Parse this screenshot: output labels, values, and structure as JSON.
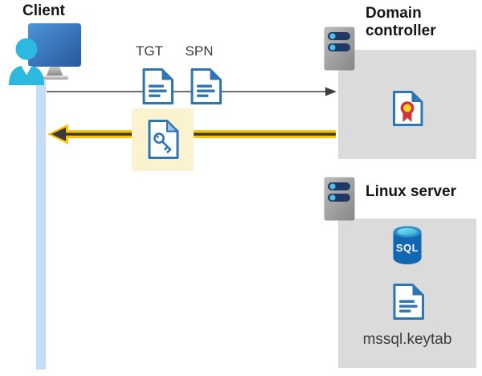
{
  "client": {
    "label": "Client"
  },
  "flow": {
    "tgt_label": "TGT",
    "spn_label": "SPN",
    "request_arrow_direction": "right",
    "response_arrow_direction": "left",
    "response_highlighted": true
  },
  "domain_controller": {
    "label": "Domain controller"
  },
  "linux_server": {
    "label": "Linux server",
    "sql_label": "SQL",
    "keytab_label": "mssql.keytab"
  },
  "icons": {
    "client": "client-monitor-user-icon",
    "domain_controller": "server-icon",
    "linux_server": "server-icon",
    "tgt": "document-icon",
    "spn": "document-icon",
    "response_ticket": "key-document-icon",
    "domain_controller_content": "certificate-icon",
    "sql": "sql-database-icon",
    "keytab": "document-icon"
  },
  "colors": {
    "highlight_yellow": "#fbf3cf",
    "arrow_yellow": "#ffc400",
    "arrow_dark": "#3a3a3a",
    "arrow_gray": "#595959",
    "panel_gray": "#dbdbdb",
    "doc_blue": "#2e75b6",
    "fold_light_blue": "#9dc3e6",
    "person_cyan": "#2cb8df",
    "timeline_blue": "#c7dcf7",
    "server_navy": "#1f3864",
    "server_dot_cyan": "#49c1e9",
    "sql_blue": "#1167b1",
    "sql_top_cyan": "#53d0e9",
    "cert_yellow": "#ffd51e",
    "cert_red": "#d13438",
    "text_dark": "#161616",
    "text_gray": "#3b3b3b"
  }
}
